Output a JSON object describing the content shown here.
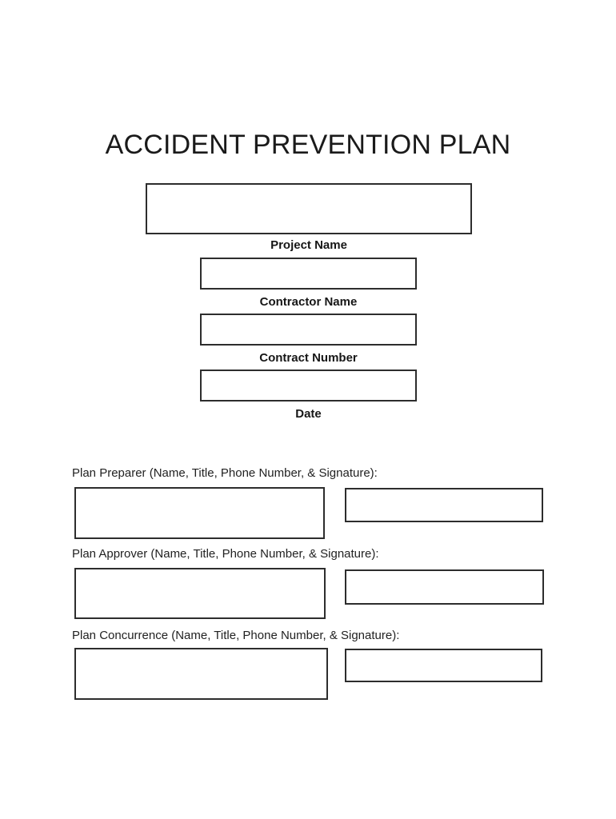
{
  "document": {
    "title": "ACCIDENT PREVENTION PLAN"
  },
  "header_fields": [
    {
      "label": "Project Name",
      "value": ""
    },
    {
      "label": "Contractor Name",
      "value": ""
    },
    {
      "label": "Contract Number",
      "value": ""
    },
    {
      "label": "Date",
      "value": ""
    }
  ],
  "signature_sections": [
    {
      "label": "Plan Preparer (Name, Title, Phone Number, & Signature):",
      "info_value": "",
      "signature_value": ""
    },
    {
      "label": "Plan Approver (Name, Title, Phone Number, & Signature):",
      "info_value": "",
      "signature_value": ""
    },
    {
      "label": "Plan Concurrence (Name, Title, Phone Number, & Signature):",
      "info_value": "",
      "signature_value": ""
    }
  ],
  "colors": {
    "background": "#ffffff",
    "text": "#1c1c1c",
    "box_border": "#2d2d2d"
  }
}
